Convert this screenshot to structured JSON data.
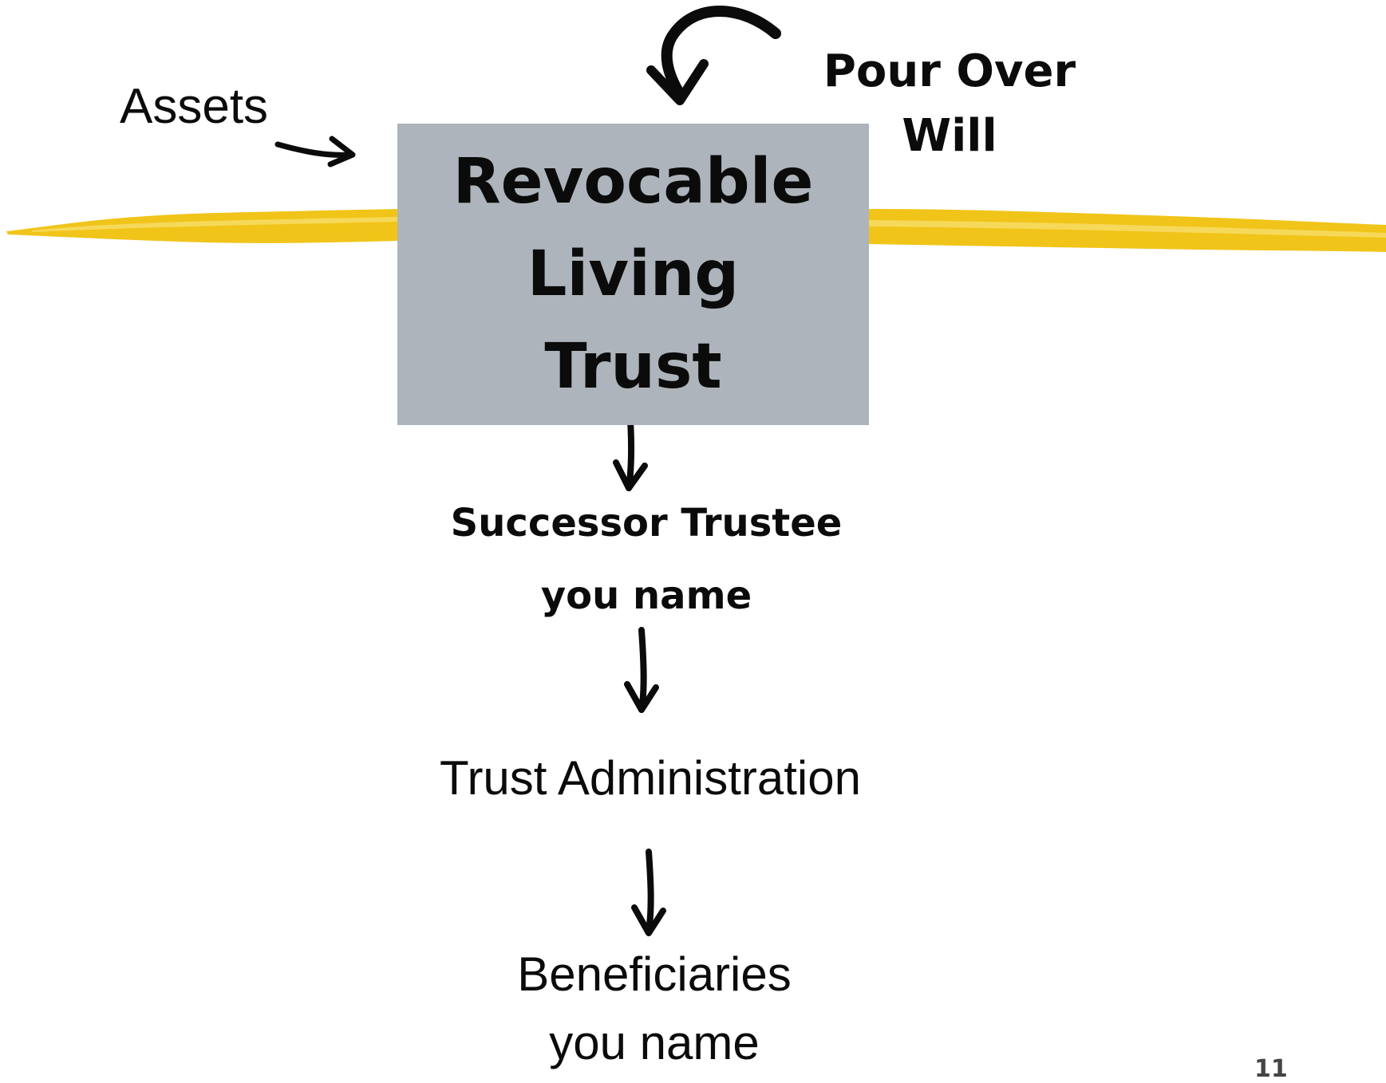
{
  "diagram": {
    "inputs": {
      "assets_label": "Assets",
      "will_line1": "Pour Over",
      "will_line2": "Will"
    },
    "trust_box": {
      "line1": "Revocable",
      "line2": "Living",
      "line3": "Trust",
      "fill_color": "#adb4bb"
    },
    "successor": {
      "line1": "Successor Trustee",
      "line2": "you name"
    },
    "administration": "Trust Administration",
    "beneficiaries": {
      "line1": "Beneficiaries",
      "line2": "you name"
    },
    "page_number": "11",
    "accent_color": "#f1c419"
  }
}
